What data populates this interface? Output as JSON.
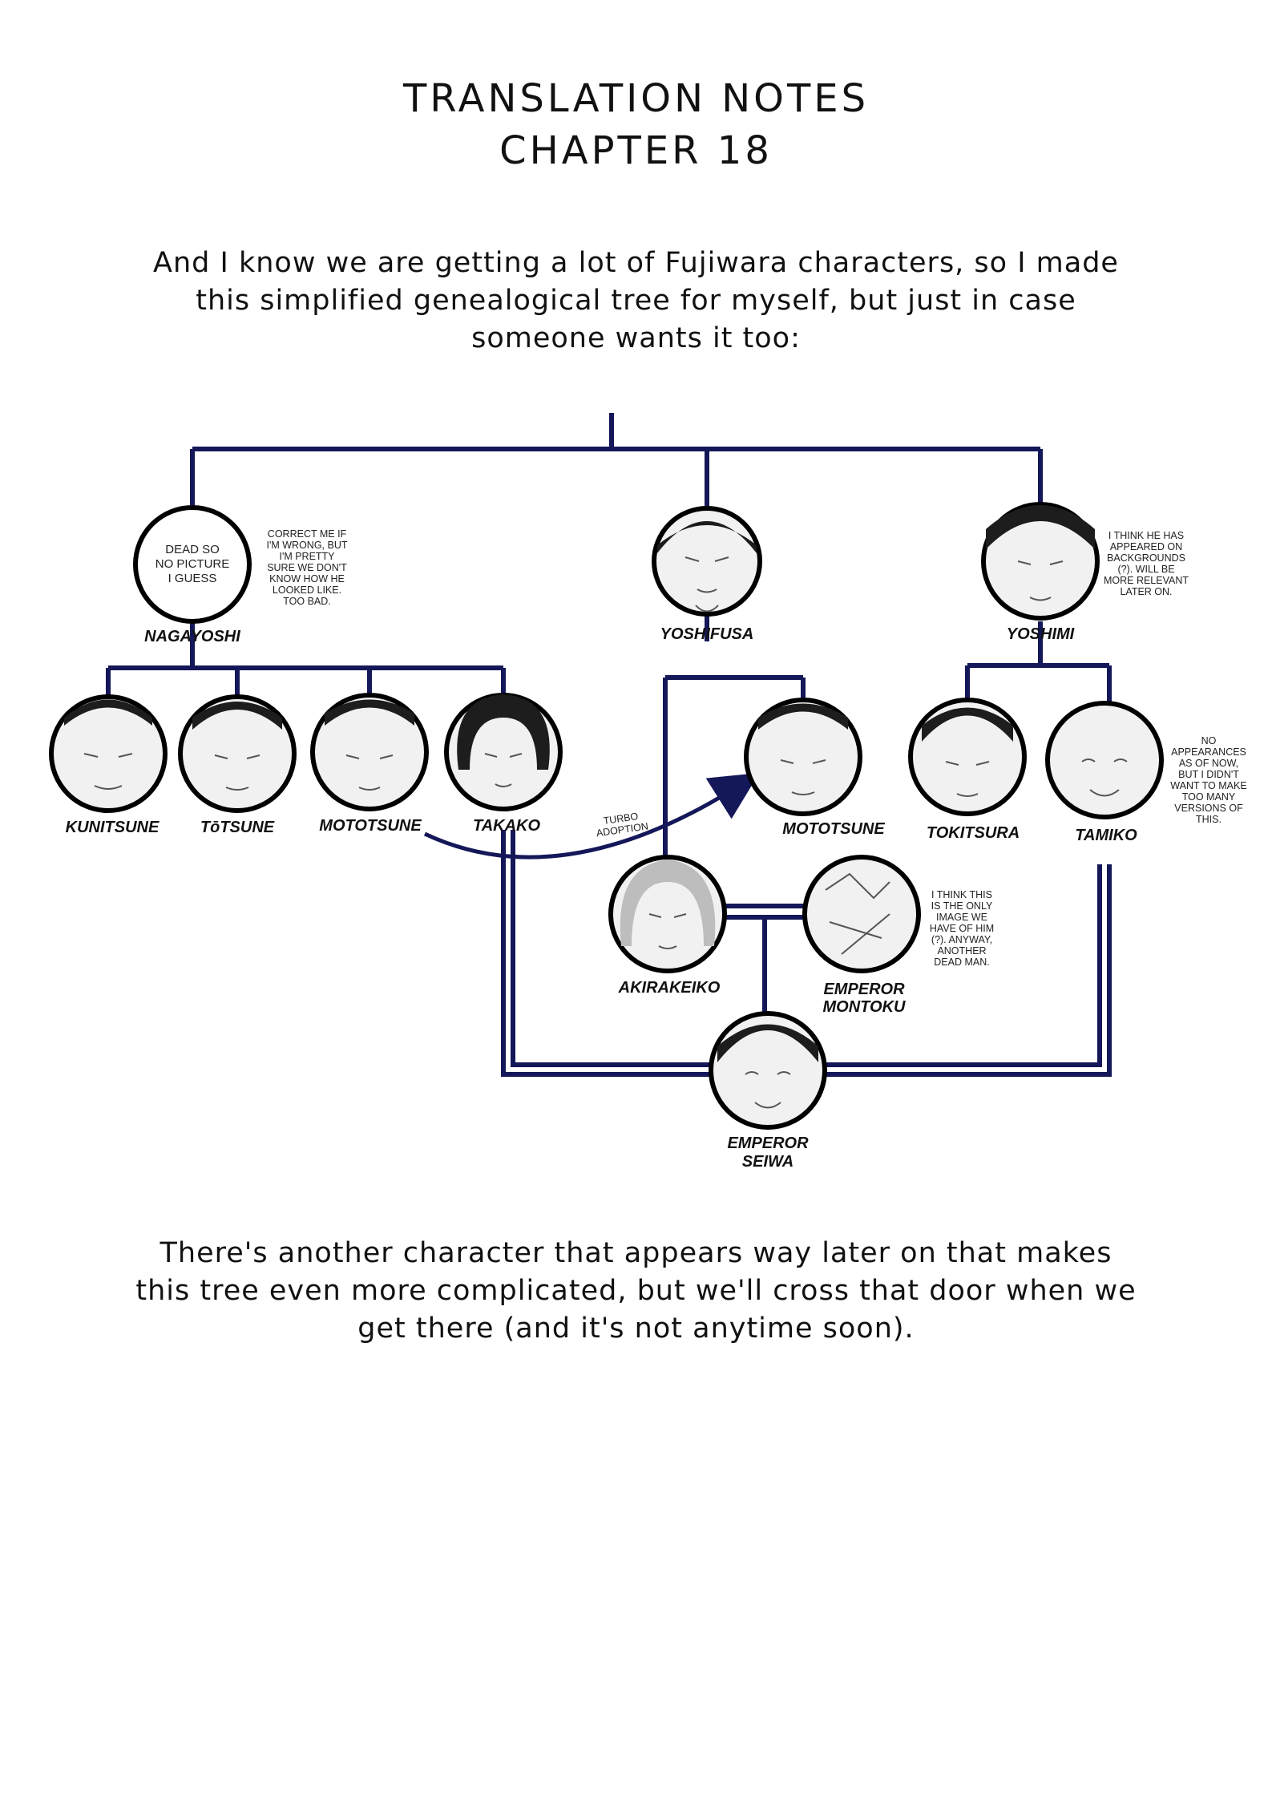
{
  "header": {
    "title_line1": "TRANSLATION NOTES",
    "title_line2": "CHAPTER 18"
  },
  "intro_lines": [
    "And I know we are getting a lot of Fujiwara characters, so I made",
    "this simplified genealogical tree for myself, but just in case",
    "someone wants it too:"
  ],
  "tree": {
    "colors": {
      "line": "#141758",
      "outline": "#000000"
    },
    "members": {
      "nagayoshi": {
        "name": "NAGAYOSHI",
        "placeholder": [
          "DEAD SO",
          "NO PICTURE",
          "I GUESS"
        ]
      },
      "yoshifusa": {
        "name": "YOSHIFUSA"
      },
      "yoshimi": {
        "name": "YOSHIMI"
      },
      "kunitsune": {
        "name": "KUNITSUNE"
      },
      "totsune": {
        "name": "TōTSUNE"
      },
      "mototsune_birth": {
        "name": "MOTOTSUNE"
      },
      "takako": {
        "name": "TAKAKO"
      },
      "mototsune_adopted": {
        "name": "MOTOTSUNE"
      },
      "tokitsura": {
        "name": "TOKITSURA"
      },
      "tamiko": {
        "name": "TAMIKO"
      },
      "akirakeiko": {
        "name": "AKIRAKEIKO"
      },
      "montoku": {
        "name": [
          "EMPEROR",
          "MONTOKU"
        ]
      },
      "seiwa": {
        "name": [
          "EMPEROR",
          "SEIWA"
        ]
      }
    },
    "notes": {
      "nagayoshi": [
        "CORRECT ME IF",
        "I'M WRONG, BUT",
        "I'M PRETTY",
        "SURE WE DON'T",
        "KNOW HOW HE",
        "LOOKED LIKE.",
        "TOO BAD."
      ],
      "yoshimi": [
        "I THINK HE HAS",
        "APPEARED ON",
        "BACKGROUNDS",
        "(?). WILL BE",
        "MORE RELEVANT",
        "LATER ON."
      ],
      "tamiko": [
        "NO",
        "APPEARANCES",
        "AS OF NOW,",
        "BUT I DIDN'T",
        "WANT TO MAKE",
        "TOO MANY",
        "VERSIONS OF",
        "THIS."
      ],
      "montoku": [
        "I THINK THIS",
        "IS THE ONLY",
        "IMAGE WE",
        "HAVE OF HIM",
        "(?). ANYWAY,",
        "ANOTHER",
        "DEAD MAN."
      ],
      "adoption": [
        "TURBO",
        "ADOPTION"
      ]
    }
  },
  "outro_lines": [
    "There's another character that appears way later on that makes",
    "this tree even more complicated, but we'll cross that door when we",
    "get there (and it's not anytime soon)."
  ]
}
